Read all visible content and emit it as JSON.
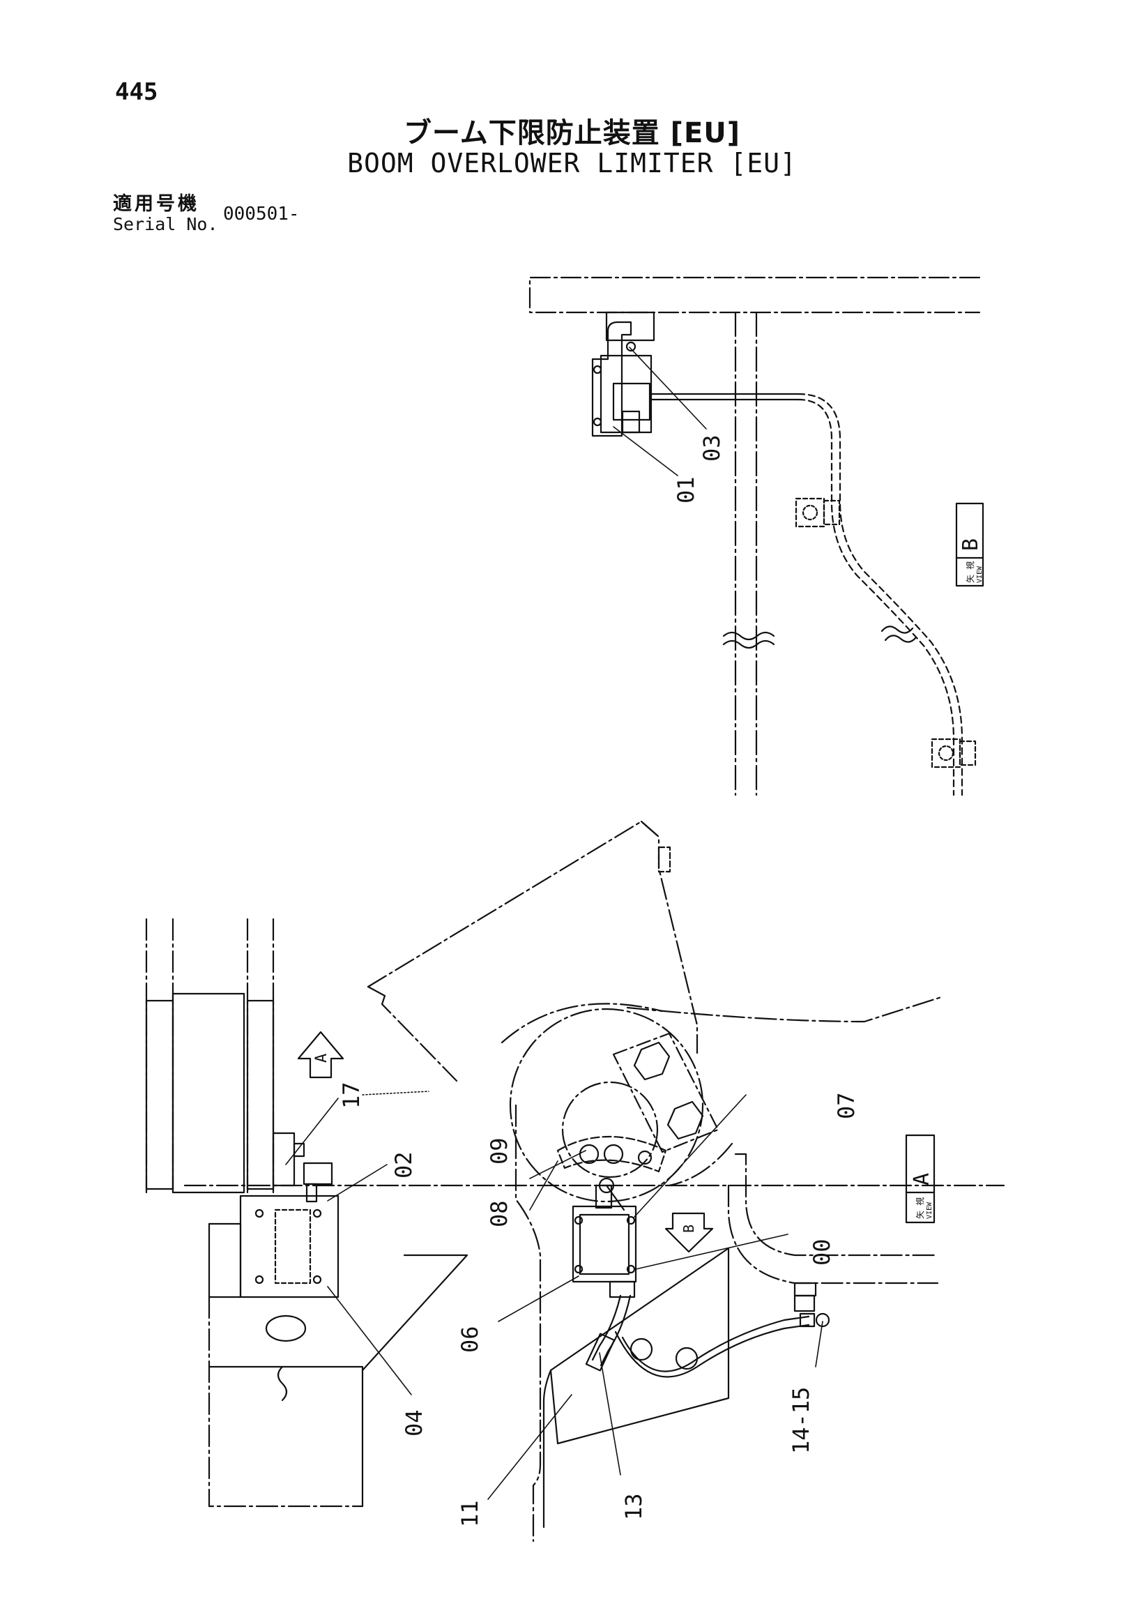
{
  "header": {
    "page_number": "445",
    "title_jp": "ブーム下限防止装置 [EU]",
    "title_en": "BOOM OVERLOWER LIMITER [EU]"
  },
  "serial": {
    "label_jp": "適用号機",
    "label_en": "Serial No.",
    "value": "000501-"
  },
  "view_b": {
    "jp": "矢 視",
    "en": "VIEW",
    "letter": "B"
  },
  "view_a": {
    "jp": "矢 視",
    "en": "VIEW",
    "letter": "A"
  },
  "arrow_markers": {
    "a": "A",
    "b": "B"
  },
  "callouts": {
    "c00": "00",
    "c01": "01",
    "c02": "02",
    "c03": "03",
    "c04": "04",
    "c06": "06",
    "c07": "07",
    "c08": "08",
    "c09": "09",
    "c11": "11",
    "c13": "13",
    "c1415": "14-15",
    "c17": "17"
  },
  "colors": {
    "ink": "#111111",
    "paper": "#ffffff"
  }
}
